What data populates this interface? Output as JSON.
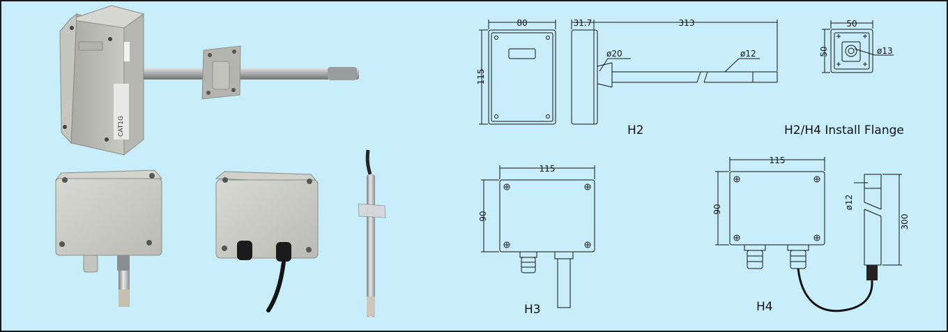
{
  "dims": {
    "h2_width": "80",
    "h2_height": "115",
    "h2_depth": "31.7",
    "h2_probe_length": "313",
    "h2_flange_dia": "ø20",
    "h2_probe_dia": "ø12",
    "flange_width": "50",
    "flange_height": "50",
    "flange_hole": "ø13",
    "h3_width": "115",
    "h3_height": "90",
    "h4_width": "115",
    "h4_height": "90",
    "h4_probe_dia": "ø12",
    "h4_probe_length": "300"
  },
  "labels": {
    "h2": "H2",
    "flange": "H2/H4 Install Flange",
    "h3": "H3",
    "h4": "H4"
  },
  "photo_text": {
    "brand": "CAT1G"
  },
  "colors": {
    "background": "#c9eefb",
    "housing": "#c9cbc4",
    "steel": "#aeb1b2",
    "cable": "#141414"
  }
}
